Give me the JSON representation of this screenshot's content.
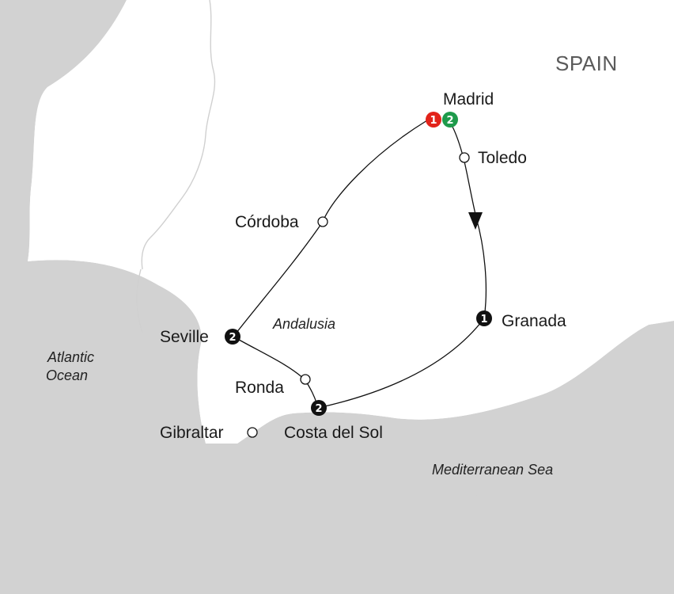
{
  "country_label": "SPAIN",
  "region_label": "Andalusia",
  "water": {
    "atlantic_line1": "Atlantic",
    "atlantic_line2": "Ocean",
    "mediterranean": "Mediterranean Sea"
  },
  "cities": {
    "madrid": "Madrid",
    "toledo": "Toledo",
    "cordoba": "Córdoba",
    "granada": "Granada",
    "seville": "Seville",
    "ronda": "Ronda",
    "costa_del_sol": "Costa del Sol",
    "gibraltar": "Gibraltar"
  },
  "night_badges": {
    "madrid_start": "1",
    "madrid_end": "2",
    "granada": "1",
    "seville": "2",
    "costa_del_sol": "2"
  },
  "colors": {
    "sea": "#d2d2d2",
    "land": "#ffffff",
    "border": "#d0d0d0",
    "route": "#111111",
    "badge_default": "#111111",
    "badge_start": "#e2231a",
    "badge_end": "#1e9a4b"
  }
}
